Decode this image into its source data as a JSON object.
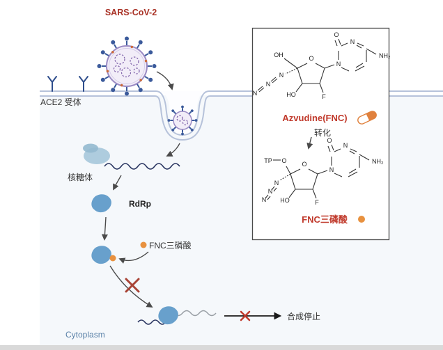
{
  "diagram": {
    "virus_label": "SARS-CoV-2",
    "ace2_label": "ACE2 受体",
    "ribosome_label": "核糖体",
    "rdrp_label": "RdRp",
    "fnc_tp_label": "FNC三磷酸",
    "cytoplasm_label": "Cytoplasm",
    "synthesis_stop_label": "合成停止"
  },
  "panel": {
    "drug_name": "Azvudine(FNC)",
    "conversion_label": "转化",
    "product_name": "FNC三磷酸",
    "atoms": {
      "oh": "OH",
      "ho": "HO",
      "o": "O",
      "n": "N",
      "f": "F",
      "nh2": "NH₂",
      "tp": "TP"
    }
  },
  "colors": {
    "title_red": "#a93226",
    "drug_red": "#c0392b",
    "accent_orange": "#e8913f",
    "protein_blue": "#68a0cc",
    "rna_navy": "#27335f",
    "membrane_blue": "#b6c2da",
    "cytoplasm_text_blue": "#5a81a8",
    "inhibit_red": "#a94436",
    "virus_spike_blue": "#3b5a9b",
    "virus_capsid_purple": "#9b8bc4"
  }
}
